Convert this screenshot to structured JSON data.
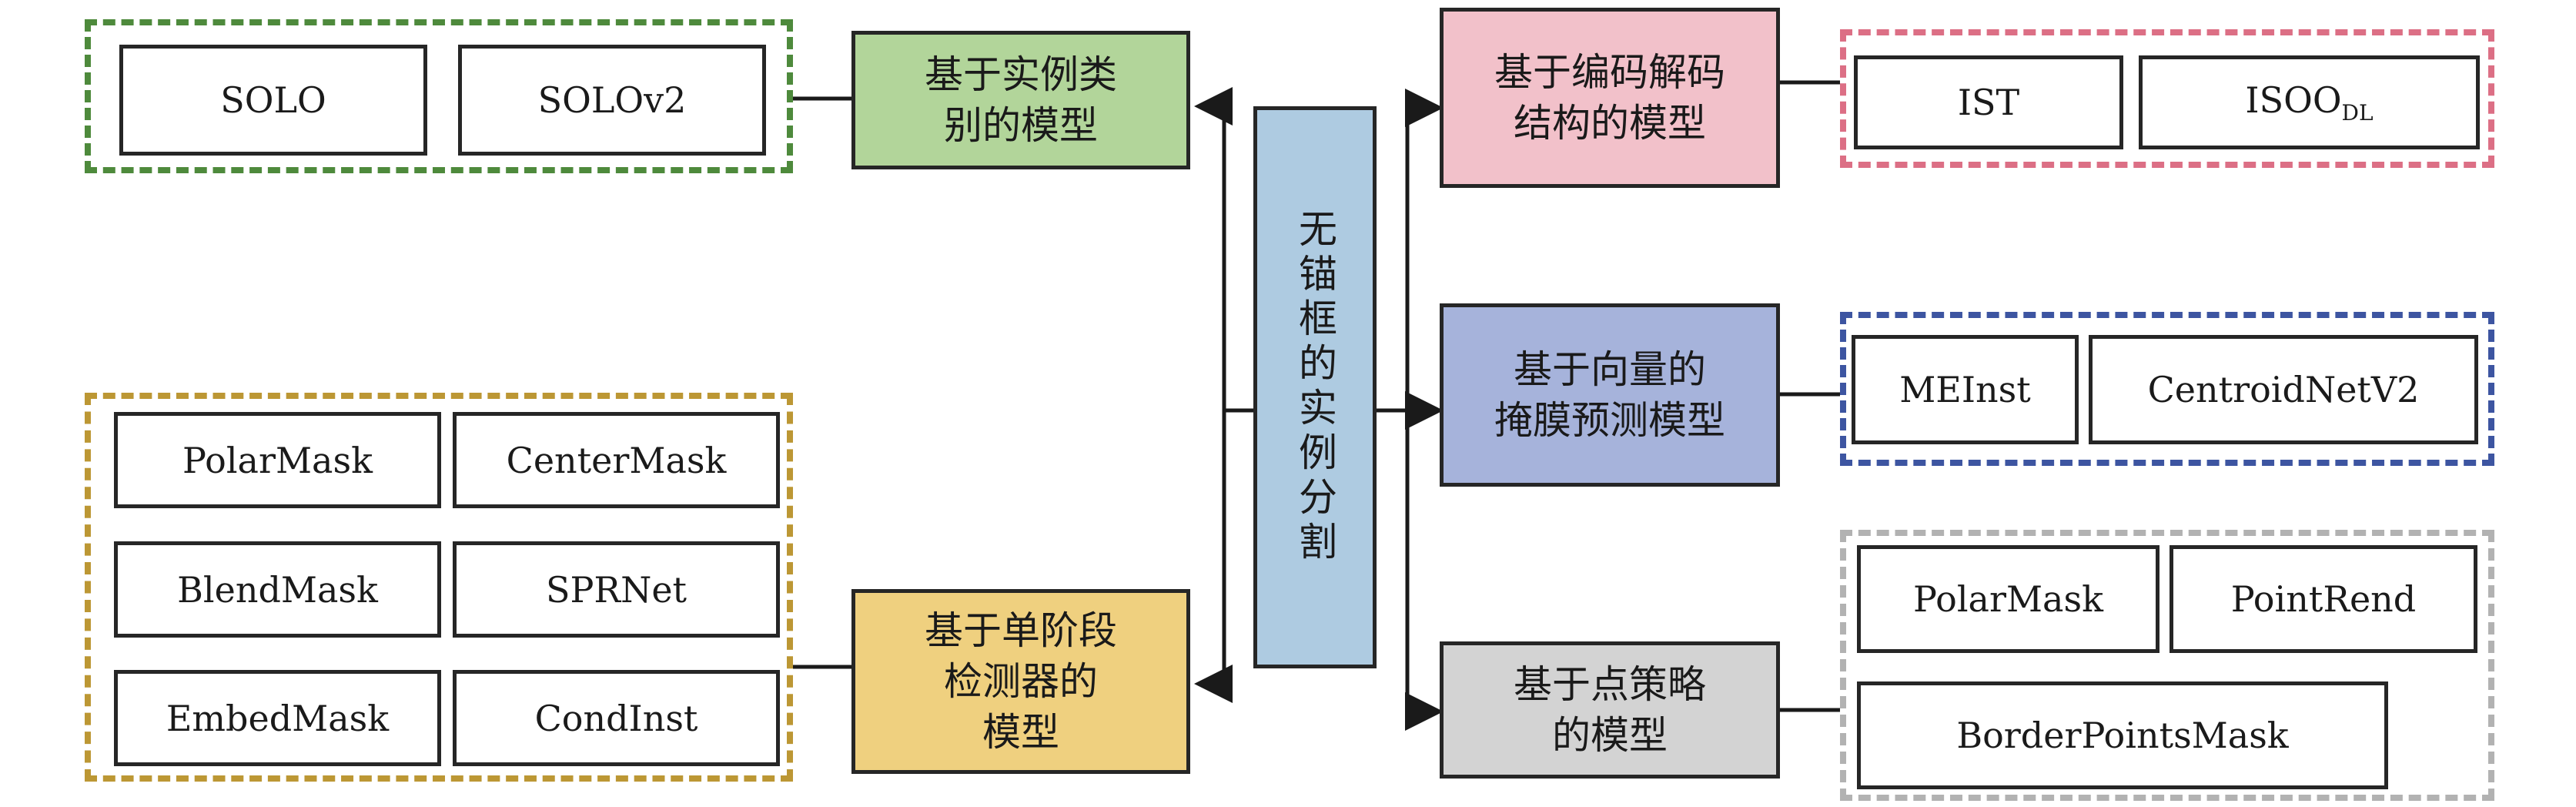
{
  "colors": {
    "center_fill": "#aecbe1",
    "green_fill": "#b2d59a",
    "green_border": "#4e8a3c",
    "yellow_fill": "#efd07f",
    "yellow_border": "#bc9734",
    "pink_fill": "#f2c1ca",
    "pink_border": "#dc6f85",
    "blue_fill": "#a6b3db",
    "blue_border": "#3d55a1",
    "gray_fill": "#d3d3d3",
    "gray_border": "#b2b2b2",
    "line": "#1a1a1a"
  },
  "center": {
    "label": "无锚框的实例分割"
  },
  "categories": {
    "category_class": {
      "line1": "基于实例类",
      "line2": "别的模型"
    },
    "single_stage": {
      "line1": "基于单阶段",
      "line2": "检测器的",
      "line3": "模型"
    },
    "encoder_decoder": {
      "line1": "基于编码解码",
      "line2": "结构的模型"
    },
    "vector_mask": {
      "line1": "基于向量的",
      "line2": "掩膜预测模型"
    },
    "point_strategy": {
      "line1": "基于点策略",
      "line2": "的模型"
    }
  },
  "models": {
    "category_class": [
      "SOLO",
      "SOLOv2"
    ],
    "single_stage": [
      "PolarMask",
      "CenterMask",
      "BlendMask",
      "SPRNet",
      "EmbedMask",
      "CondInst"
    ],
    "encoder_decoder": {
      "ist": "IST",
      "isoo_main": "ISOO",
      "isoo_sub": "DL"
    },
    "vector_mask": [
      "MEInst",
      "CentroidNetV2"
    ],
    "point_strategy": [
      "PolarMask",
      "PointRend",
      "BorderPointsMask"
    ]
  }
}
